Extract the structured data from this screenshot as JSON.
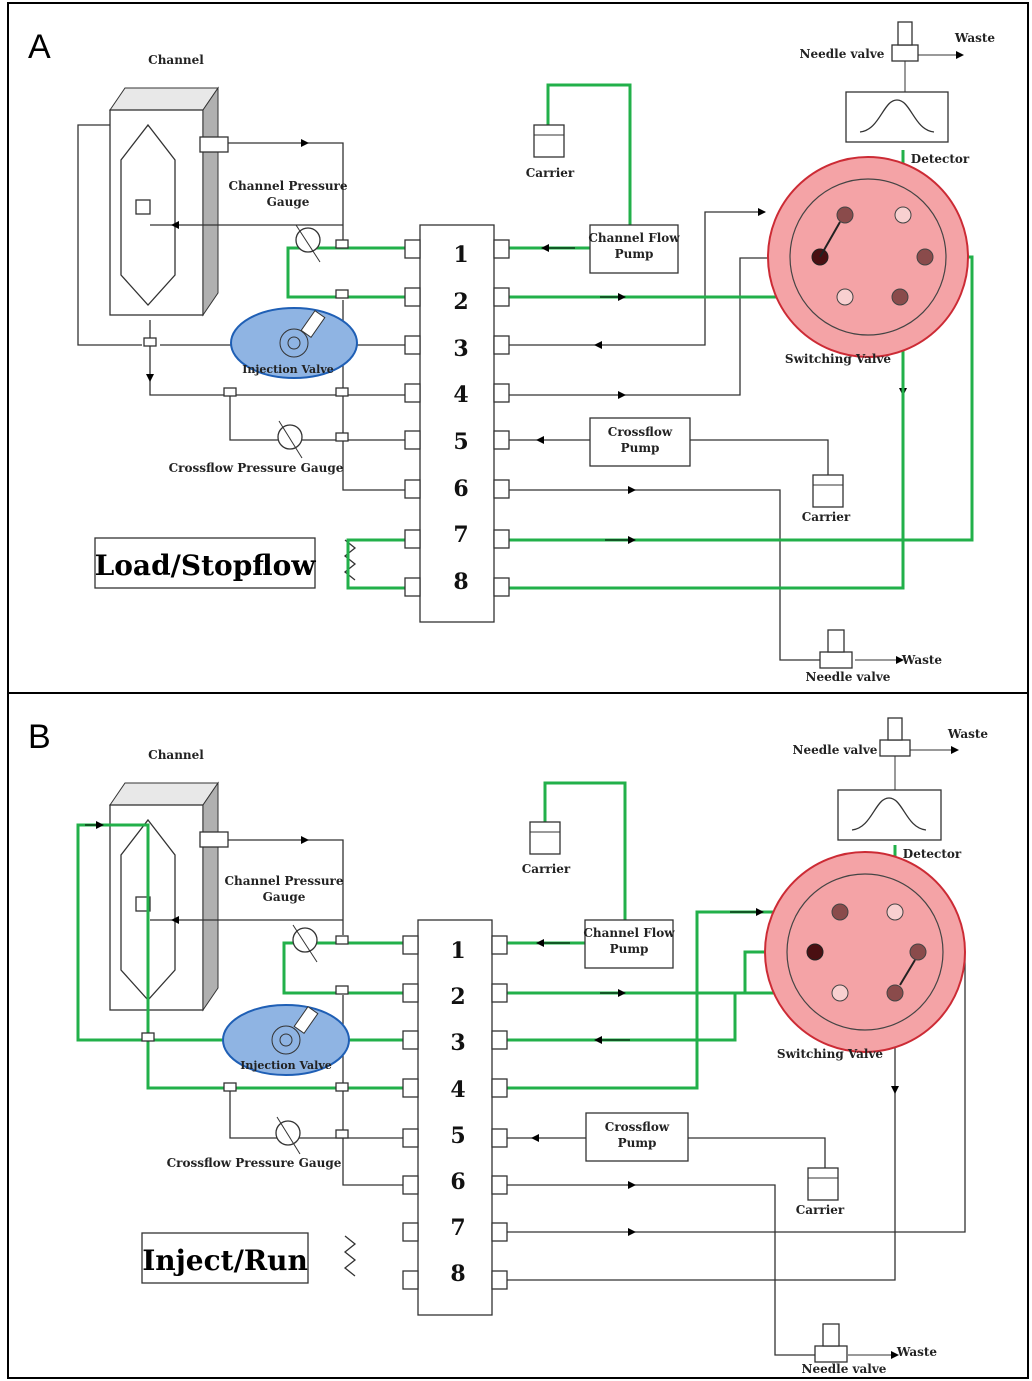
{
  "colors": {
    "active_flow": "#22b04a",
    "line": "#333333",
    "switching_valve_fill": "#f4a3a6",
    "switching_valve_stroke": "#cc2b35",
    "injection_valve_fill": "#8fb4e3",
    "injection_valve_stroke": "#1f5fb5"
  },
  "panels": [
    {
      "letter": "A",
      "mode_label": "Load/Stopflow",
      "labels": {
        "channel": "Channel",
        "channel_pressure_gauge_line1": "Channel Pressure",
        "channel_pressure_gauge_line2": "Gauge",
        "injection_valve": "Injection Valve",
        "crossflow_pressure_gauge": "Crossflow Pressure Gauge",
        "carrier_top": "Carrier",
        "channel_flow_pump_line1": "Channel Flow",
        "channel_flow_pump_line2": "Pump",
        "crossflow_pump_line1": "Crossflow",
        "crossflow_pump_line2": "Pump",
        "carrier_bottom": "Carrier",
        "needle_valve_top": "Needle valve",
        "waste_top": "Waste",
        "detector": "Detector",
        "switching_valve": "Switching Valve",
        "needle_valve_bottom": "Needle valve",
        "waste_bottom": "Waste"
      },
      "ports": [
        "1",
        "2",
        "3",
        "4",
        "5",
        "6",
        "7",
        "8"
      ]
    },
    {
      "letter": "B",
      "mode_label": "Inject/Run",
      "labels": {
        "channel": "Channel",
        "channel_pressure_gauge_line1": "Channel Pressure",
        "channel_pressure_gauge_line2": "Gauge",
        "injection_valve": "Injection Valve",
        "crossflow_pressure_gauge": "Crossflow Pressure Gauge",
        "carrier_top": "Carrier",
        "channel_flow_pump_line1": "Channel Flow",
        "channel_flow_pump_line2": "Pump",
        "crossflow_pump_line1": "Crossflow",
        "crossflow_pump_line2": "Pump",
        "carrier_bottom": "Carrier",
        "needle_valve_top": "Needle valve",
        "waste_top": "Waste",
        "detector": "Detector",
        "switching_valve": "Switching Valve",
        "needle_valve_bottom": "Needle valve",
        "waste_bottom": "Waste"
      },
      "ports": [
        "1",
        "2",
        "3",
        "4",
        "5",
        "6",
        "7",
        "8"
      ]
    }
  ]
}
